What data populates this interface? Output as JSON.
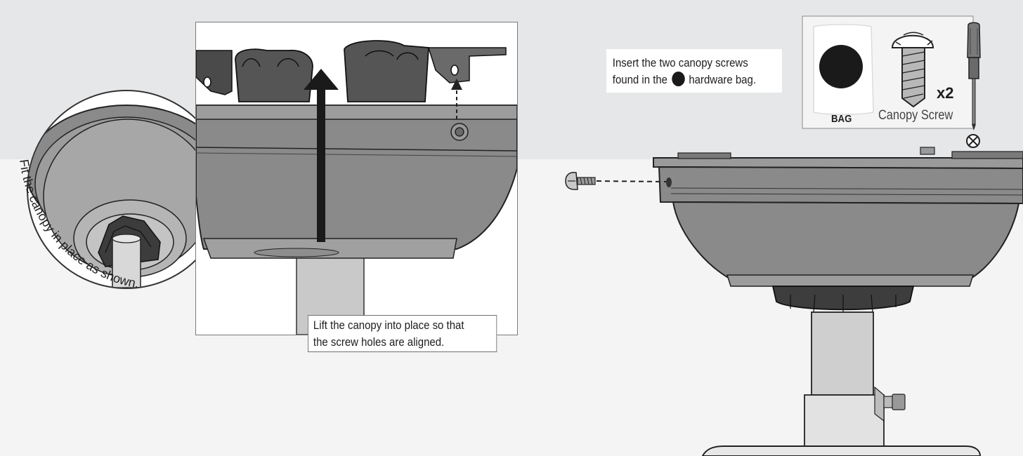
{
  "panel_left": {
    "instruction": "Fit the canopy in place as shown."
  },
  "panel_middle": {
    "instruction_line1": "Lift the canopy into place so that",
    "instruction_line2": "the screw holes are aligned."
  },
  "panel_right": {
    "instruction_line1": "Insert the two canopy screws",
    "instruction_line2_before": "found in the",
    "instruction_line2_after": "hardware bag.",
    "hardware": {
      "bag_label": "BAG",
      "screw_label": "Canopy Screw",
      "quantity": "x2"
    }
  },
  "colors": {
    "band": "#e6e7e8",
    "background": "#f4f4f4",
    "canopy_dark": "#7f7f7f",
    "canopy_mid": "#9a9a9a",
    "bracket": "#4a4a4a",
    "rod": "#c9c9c9"
  },
  "icons": [
    "hardware-bag-icon",
    "canopy-screw-icon",
    "screwdriver-icon",
    "phillips-head-icon",
    "up-arrow-icon"
  ]
}
